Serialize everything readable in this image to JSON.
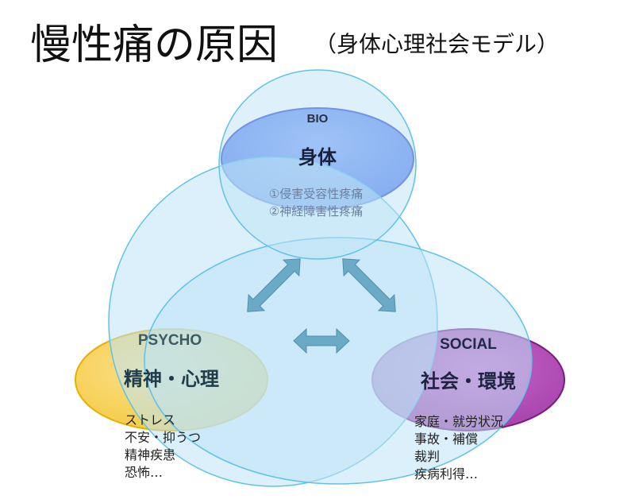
{
  "title": "慢性痛の原因",
  "subtitle": "（身体心理社会モデル）",
  "bio": {
    "tag": "BIO",
    "heading": "身体",
    "items": [
      "①侵害受容性疼痛",
      "②神経障害性疼痛"
    ]
  },
  "psycho": {
    "tag": "PSYCHO",
    "heading": "精神・心理",
    "items": [
      "ストレス",
      "不安・抑うつ",
      "精神疾患",
      "恐怖…"
    ]
  },
  "social": {
    "tag": "SOCIAL",
    "heading": "社会・環境",
    "items": [
      "家庭・就労状況",
      "事故・補償",
      "裁判",
      "疾病利得…"
    ]
  },
  "colors": {
    "bio_fill": "#5b86f2",
    "psycho_fill": "#f8d66c",
    "social_fill": "#b14db5",
    "bubble_fill": "#bde4f6",
    "bubble_stroke": "#5fc2e8",
    "arrow": "#6aaac6"
  }
}
